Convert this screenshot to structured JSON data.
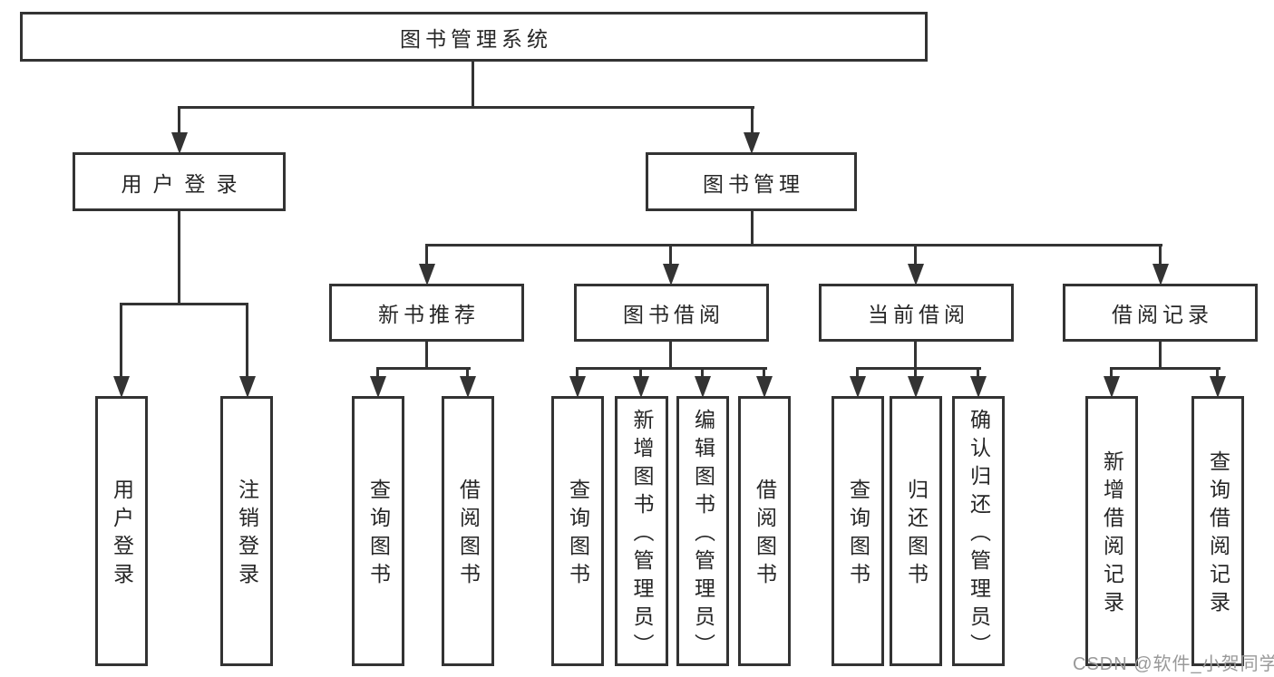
{
  "diagram": {
    "type": "hierarchy-tree",
    "colors": {
      "line": "#333333",
      "text": "#262626",
      "watermark": "#999999",
      "background": "#ffffff"
    },
    "nodes": {
      "root": "图书管理系统",
      "level2": [
        {
          "label": "用户登录"
        },
        {
          "label": "图书管理"
        }
      ],
      "login_children": [
        "用户登录",
        "注销登录"
      ],
      "groups": [
        {
          "label": "新书推荐",
          "children": [
            "查询图书",
            "借阅图书"
          ]
        },
        {
          "label": "图书借阅",
          "children": [
            "查询图书",
            "新增图书（管理员）",
            "编辑图书（管理员）",
            "借阅图书"
          ]
        },
        {
          "label": "当前借阅",
          "children": [
            "查询图书",
            "归还图书",
            "确认归还（管理员）"
          ]
        },
        {
          "label": "借阅记录",
          "children": [
            "新增借阅记录",
            "查询借阅记录"
          ]
        }
      ]
    },
    "watermark": "CSDN @软件_小贺同学"
  }
}
